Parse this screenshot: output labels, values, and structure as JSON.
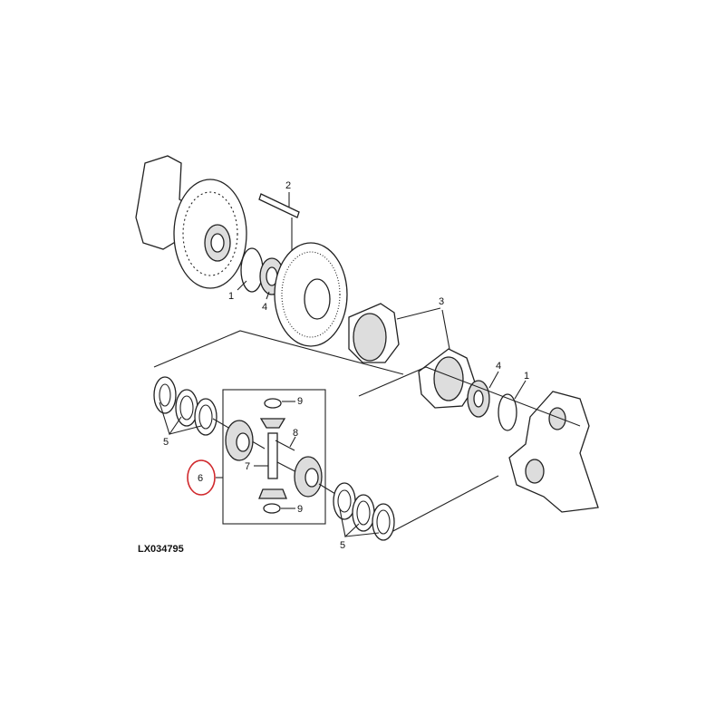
{
  "diagram": {
    "figure_id": "LX034795",
    "callouts": {
      "bolt": "2",
      "o_ring_left": "1",
      "bearing_left": "4",
      "diff_case": "3",
      "bearing_right": "4",
      "o_ring_right": "1",
      "washers_left": "5",
      "pinion_top_washer": "9",
      "pin": "8",
      "shaft": "7",
      "gear_set": "6",
      "pinion_bottom_washer": "9",
      "washers_right": "5"
    },
    "highlight_color": "#d0282c"
  }
}
